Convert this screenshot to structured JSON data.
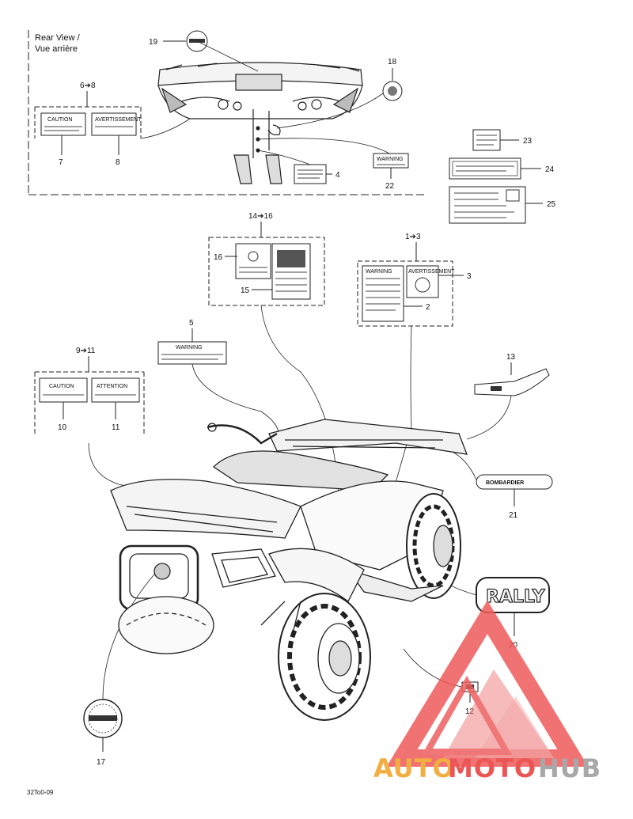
{
  "rear_view": {
    "title_en": "Rear View /",
    "title_fr": "Vue arrière"
  },
  "labels": {
    "l1to3": "1➔3",
    "l2": "2",
    "l3": "3",
    "l4": "4",
    "l5": "5",
    "l6to8": "6➔8",
    "l7": "7",
    "l8": "8",
    "l9to11": "9➔11",
    "l10": "10",
    "l11": "11",
    "l12": "12",
    "l13": "13",
    "l14to16": "14➔16",
    "l15": "15",
    "l16": "16",
    "l17": "17",
    "l18": "18",
    "l19": "19",
    "l20": "20",
    "l21": "21",
    "l22": "22",
    "l23": "23",
    "l24": "24",
    "l25": "25"
  },
  "decals": {
    "rally": "RALLY",
    "brand": "BOMBARDIER",
    "caution": "CAUTION",
    "warning": "WARNING",
    "avertissement": "AVERTISSEMENT",
    "attention": "ATTENTION"
  },
  "reference": "32To0-09",
  "watermark": {
    "part1": "AUTO",
    "part2": "MOTO",
    "part3": "HUB",
    "color_orange": "#f0a020",
    "color_red": "#e83838",
    "color_gray": "#9a9a9a"
  }
}
